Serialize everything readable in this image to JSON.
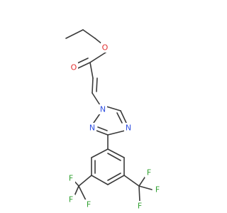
{
  "structure": {
    "colors": {
      "carbon_bond": "#3a3a3a",
      "oxygen": "#e03030",
      "nitrogen": "#3050e0",
      "fluorine": "#30a030"
    },
    "atom_labels": {
      "ester_o": "O",
      "carbonyl_o": "O",
      "n1": "N",
      "n2": "N",
      "n4": "N",
      "f_left_1": "F",
      "f_left_2": "F",
      "f_left_3": "F",
      "f_right_1": "F",
      "f_right_2": "F",
      "f_right_3": "F"
    }
  }
}
